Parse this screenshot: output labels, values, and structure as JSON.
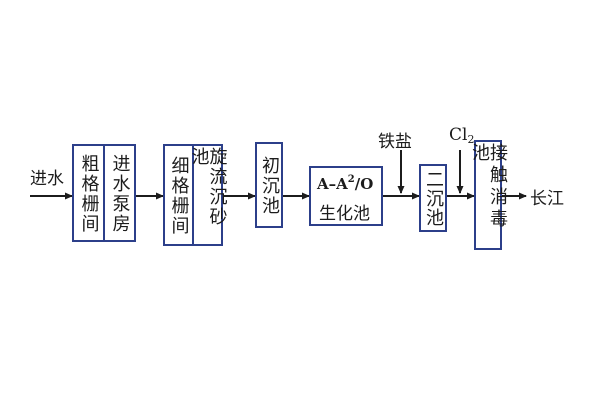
{
  "diagram": {
    "input_label": "进水",
    "output_label": "长江",
    "chemical_iron_salt": "铁盐",
    "chemical_cl2": {
      "base": "Cl",
      "sub": "2"
    },
    "nodes": {
      "coarse_screen": "粗格栅间",
      "inlet_pump_house": "进水泵房",
      "fine_screen": "细格栅间",
      "vortex_grit": "旋流沉砂池",
      "primary_settling": "初沉池",
      "a2o": {
        "line1_prefix": "A–A",
        "line1_sup": "2",
        "line1_suffix": "/O",
        "line2": "生化池"
      },
      "secondary_settling": "二沉池",
      "contact_disinfection": "接触消毒池"
    }
  }
}
